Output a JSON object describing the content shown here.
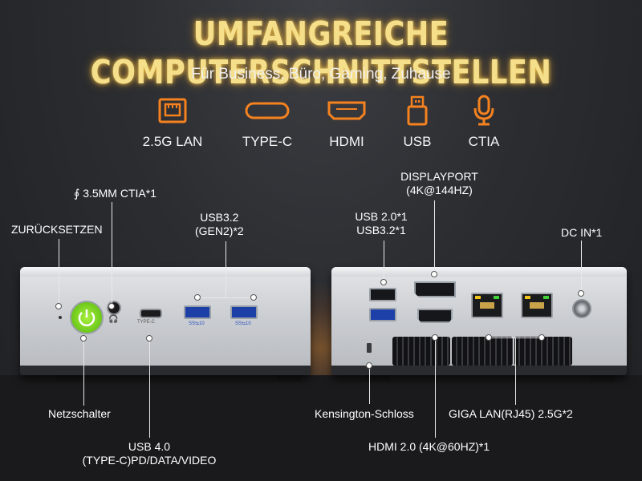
{
  "title": "UMFANGREICHE COMPUTERSCHNITTSTELLEN",
  "subtitle": "Für Business, Büro, Gaming, Zuhause",
  "accent_color": "#f5821f",
  "title_color": "#f6df8a",
  "features": [
    {
      "icon": "ethernet-port-icon",
      "label": "2.5G LAN"
    },
    {
      "icon": "usb-c-icon",
      "label": "TYPE-C"
    },
    {
      "icon": "hdmi-icon",
      "label": "HDMI"
    },
    {
      "icon": "usb-icon",
      "label": "USB"
    },
    {
      "icon": "microphone-icon",
      "label": "CTIA"
    }
  ],
  "front": {
    "reset": "ZURÜCKSETZEN",
    "audio": "3.5MM CTIA*1",
    "usb32": "USB3.2\n(GEN2)*2",
    "power": "Netzschalter",
    "usb4_line1": "USB 4.0",
    "usb4_line2": "(TYPE-C)PD/DATA/VIDEO",
    "typec_small": "TYPE-C"
  },
  "back": {
    "displayport_line1": "DISPLAYPORT",
    "displayport_line2": "(4K@144HZ)",
    "usb_line1": "USB 2.0*1",
    "usb_line2": "USB3.2*1",
    "dcin": "DC IN*1",
    "kensington": "Kensington-Schloss",
    "lan": "GIGA LAN(RJ45) 2.5G*2",
    "hdmi": "HDMI 2.0 (4K@60HZ)*1"
  }
}
